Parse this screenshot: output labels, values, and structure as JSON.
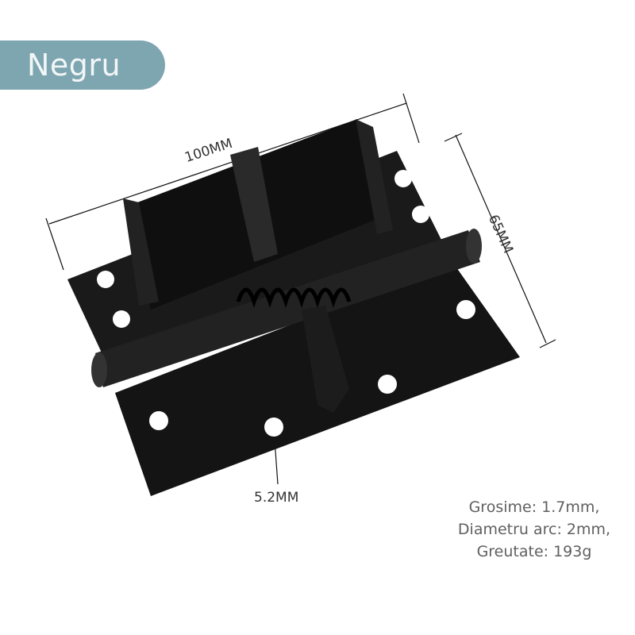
{
  "badge": {
    "label": "Negru",
    "color": "#7ea6b0"
  },
  "product": {
    "name": "spring hinge",
    "color": "black"
  },
  "dimensions": {
    "length": "100MM",
    "width": "65MM",
    "hole": "5.2MM"
  },
  "specs": {
    "line1": "Grosime: 1.7mm,",
    "line2": "Diametru arc: 2mm,",
    "line3": "Greutate: 193g"
  }
}
